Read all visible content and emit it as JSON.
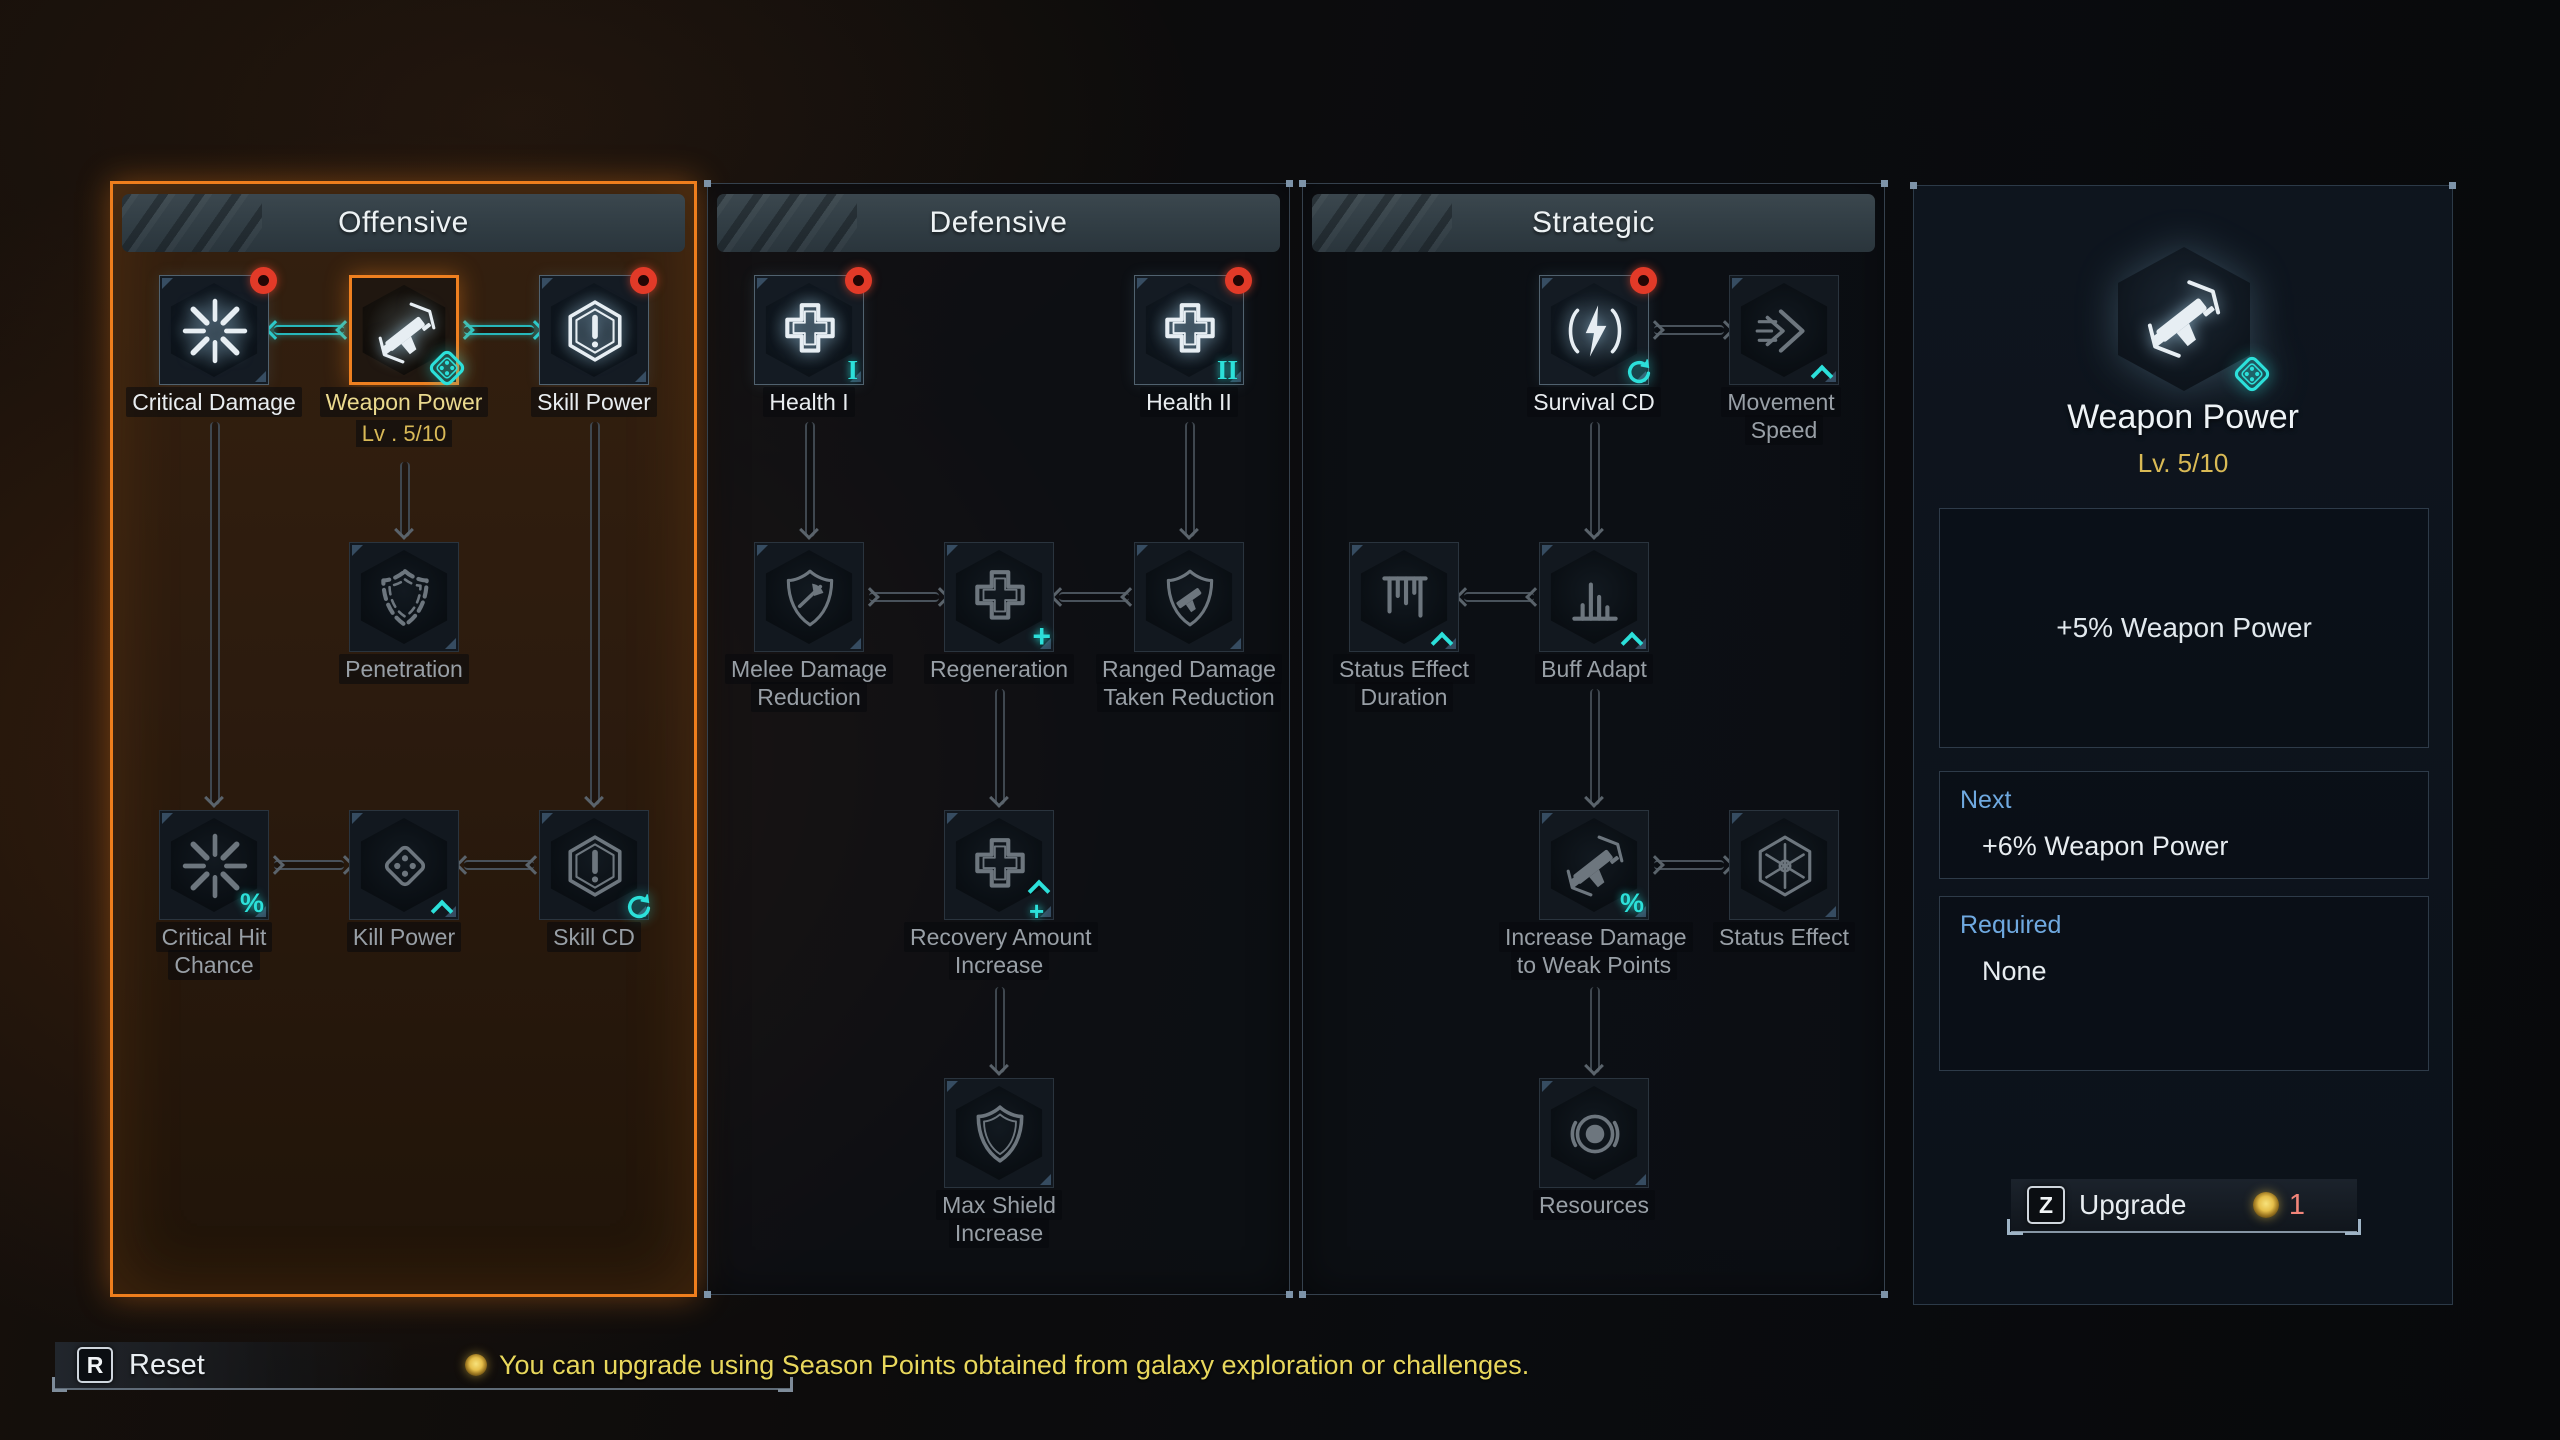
{
  "panels": [
    {
      "id": "offensive",
      "title": "Offensive",
      "selected": true,
      "nodes": [
        {
          "id": "critical-damage",
          "label": "Critical Damage",
          "col": 0,
          "row": 0,
          "state": "active",
          "red_dot": true,
          "icon": "starburst"
        },
        {
          "id": "weapon-power",
          "label": "Weapon Power",
          "level": "Lv . 5/10",
          "col": 1,
          "row": 0,
          "state": "selected",
          "icon": "gun",
          "badge": "mod-chip"
        },
        {
          "id": "skill-power",
          "label": "Skill Power",
          "col": 2,
          "row": 0,
          "state": "active",
          "red_dot": true,
          "icon": "hex-exclaim"
        },
        {
          "id": "penetration",
          "label": "Penetration",
          "col": 1,
          "row": 1,
          "state": "locked",
          "icon": "shield-broken"
        },
        {
          "id": "critical-hit-chance",
          "label": "Critical Hit Chance",
          "col": 0,
          "row": 2,
          "state": "locked",
          "icon": "starburst",
          "badge": "percent"
        },
        {
          "id": "kill-power",
          "label": "Kill Power",
          "col": 1,
          "row": 2,
          "state": "locked",
          "icon": "diamond-core",
          "badge": "chevron-up"
        },
        {
          "id": "skill-cd",
          "label": "Skill CD",
          "col": 2,
          "row": 2,
          "state": "locked",
          "icon": "hex-exclaim",
          "badge": "refresh"
        }
      ],
      "links": [
        {
          "type": "h",
          "row": 0,
          "c1": 0,
          "c2": 1,
          "dir": "left",
          "accent": true
        },
        {
          "type": "h",
          "row": 0,
          "c1": 1,
          "c2": 2,
          "dir": "right",
          "accent": true
        },
        {
          "type": "v",
          "col": 1,
          "r1": 0,
          "r2": 1,
          "start": "below-level"
        },
        {
          "type": "v",
          "col": 0,
          "r1": 0,
          "r2": 2
        },
        {
          "type": "v",
          "col": 2,
          "r1": 0,
          "r2": 2
        },
        {
          "type": "h",
          "row": 2,
          "c1": 0,
          "c2": 1,
          "dir": "right"
        },
        {
          "type": "h",
          "row": 2,
          "c1": 1,
          "c2": 2,
          "dir": "left"
        }
      ]
    },
    {
      "id": "defensive",
      "title": "Defensive",
      "selected": false,
      "nodes": [
        {
          "id": "health-1",
          "label": "Health I",
          "col": 0,
          "row": 0,
          "state": "active",
          "red_dot": true,
          "icon": "cross",
          "badge": "roman-1"
        },
        {
          "id": "health-2",
          "label": "Health II",
          "col": 2,
          "row": 0,
          "state": "active",
          "red_dot": true,
          "icon": "cross",
          "badge": "roman-2"
        },
        {
          "id": "melee-damage-reduction",
          "label": "Melee Damage Reduction",
          "col": 0,
          "row": 1,
          "state": "locked",
          "icon": "shield-axe"
        },
        {
          "id": "regeneration",
          "label": "Regeneration",
          "col": 1,
          "row": 1,
          "state": "locked",
          "icon": "cross",
          "badge": "plus"
        },
        {
          "id": "ranged-damage-taken-reduction",
          "label": "Ranged Damage Taken Reduction",
          "col": 2,
          "row": 1,
          "state": "locked",
          "icon": "shield-gun"
        },
        {
          "id": "recovery-amount-increase",
          "label": "Recovery Amount Increase",
          "col": 1,
          "row": 2,
          "state": "locked",
          "icon": "cross",
          "badge": "plus-up"
        },
        {
          "id": "max-shield-increase",
          "label": "Max Shield Increase",
          "col": 1,
          "row": 3,
          "state": "locked",
          "icon": "shield"
        }
      ],
      "links": [
        {
          "type": "v",
          "col": 0,
          "r1": 0,
          "r2": 1
        },
        {
          "type": "v",
          "col": 2,
          "r1": 0,
          "r2": 1
        },
        {
          "type": "h",
          "row": 1,
          "c1": 0,
          "c2": 1,
          "dir": "right"
        },
        {
          "type": "h",
          "row": 1,
          "c1": 1,
          "c2": 2,
          "dir": "left"
        },
        {
          "type": "v",
          "col": 1,
          "r1": 1,
          "r2": 2
        },
        {
          "type": "v",
          "col": 1,
          "r1": 2,
          "r2": 3,
          "start": "below-two-line"
        }
      ]
    },
    {
      "id": "strategic",
      "title": "Strategic",
      "selected": false,
      "nodes": [
        {
          "id": "survival-cd",
          "label": "Survival CD",
          "col": 1,
          "row": 0,
          "state": "active",
          "red_dot": true,
          "icon": "lightning",
          "badge": "refresh"
        },
        {
          "id": "movement-speed",
          "label": "Movement Speed",
          "col": 2,
          "row": 0,
          "state": "locked",
          "icon": "arrows",
          "badge": "chevron-up"
        },
        {
          "id": "status-effect-duration",
          "label": "Status Effect Duration",
          "col": 0,
          "row": 1,
          "state": "locked",
          "icon": "hanging-bars",
          "badge": "chevron-up"
        },
        {
          "id": "buff-adapt",
          "label": "Buff Adapt",
          "col": 1,
          "row": 1,
          "state": "locked",
          "icon": "bar-chart",
          "badge": "chevron-up"
        },
        {
          "id": "increase-damage-to-weak-points",
          "label": "Increase Damage to Weak Points",
          "col": 1,
          "row": 2,
          "state": "locked",
          "icon": "gun",
          "badge": "percent"
        },
        {
          "id": "status-effect",
          "label": "Status Effect",
          "col": 2,
          "row": 2,
          "state": "locked",
          "icon": "pinwheel"
        },
        {
          "id": "resources",
          "label": "Resources",
          "col": 1,
          "row": 3,
          "state": "locked",
          "icon": "circles"
        }
      ],
      "links": [
        {
          "type": "h",
          "row": 0,
          "c1": 1,
          "c2": 2,
          "dir": "right"
        },
        {
          "type": "v",
          "col": 1,
          "r1": 0,
          "r2": 1
        },
        {
          "type": "h",
          "row": 1,
          "c1": 0,
          "c2": 1,
          "dir": "left"
        },
        {
          "type": "v",
          "col": 1,
          "r1": 1,
          "r2": 2
        },
        {
          "type": "h",
          "row": 2,
          "c1": 1,
          "c2": 2,
          "dir": "right"
        },
        {
          "type": "v",
          "col": 1,
          "r1": 2,
          "r2": 3,
          "start": "below-two-line"
        }
      ]
    }
  ],
  "detail": {
    "title": "Weapon Power",
    "level": "Lv. 5/10",
    "effect": "+5% Weapon Power",
    "next_label": "Next",
    "next_value": "+6% Weapon Power",
    "required_label": "Required",
    "required_value": "None",
    "upgrade_key": "Z",
    "upgrade_label": "Upgrade",
    "upgrade_cost": "1",
    "icon": "gun",
    "badge": "mod-chip"
  },
  "footer": {
    "reset_key": "R",
    "reset_label": "Reset",
    "notice": "You can upgrade using Season Points obtained from galaxy exploration or challenges."
  },
  "colors": {
    "accent_orange": "#ee7e1d",
    "accent_teal": "#2bd9d3",
    "gold": "#d9ba55",
    "notice_yellow": "#e8d75c",
    "alert_red": "#e23a28",
    "cost_red": "#f2857a"
  }
}
